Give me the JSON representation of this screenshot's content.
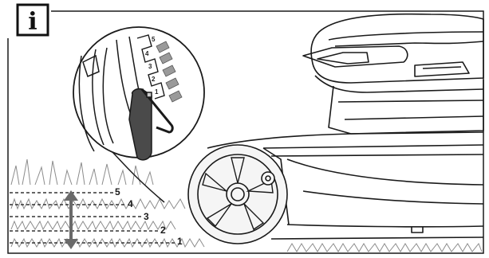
{
  "info_badge": {
    "glyph": "i",
    "icon": "info-icon"
  },
  "height_levels": [
    {
      "label": "5"
    },
    {
      "label": "4"
    },
    {
      "label": "3"
    },
    {
      "label": "2"
    },
    {
      "label": "1"
    }
  ],
  "inset_scale": [
    "5",
    "4",
    "3",
    "2",
    "1"
  ],
  "colors": {
    "line": "#1a1a1a",
    "level_dash": "#333333",
    "grass": "#8c8c8c",
    "arrow": "#6a6a6a",
    "chevron": "#9a9a9a",
    "wheel_fill": "#f5f5f5"
  }
}
